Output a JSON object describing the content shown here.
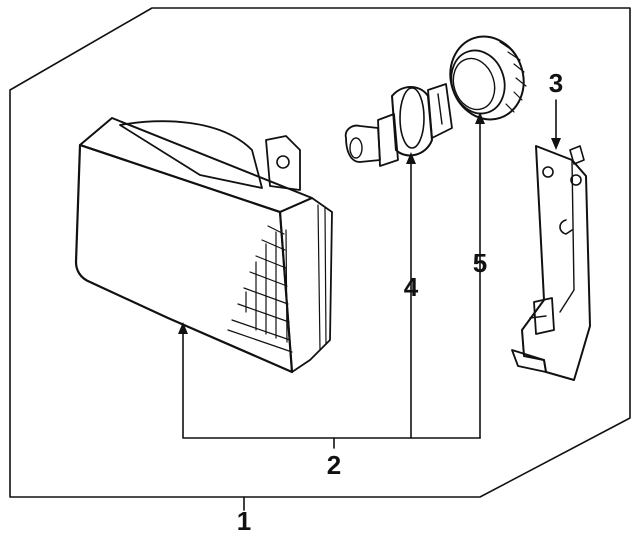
{
  "diagram": {
    "callouts": [
      {
        "id": "1",
        "label": "1"
      },
      {
        "id": "2",
        "label": "2"
      },
      {
        "id": "3",
        "label": "3"
      },
      {
        "id": "4",
        "label": "4"
      },
      {
        "id": "5",
        "label": "5"
      }
    ],
    "colors": {
      "ink": "#111111",
      "paper": "#ffffff",
      "shade": "#e9e9e9"
    }
  }
}
